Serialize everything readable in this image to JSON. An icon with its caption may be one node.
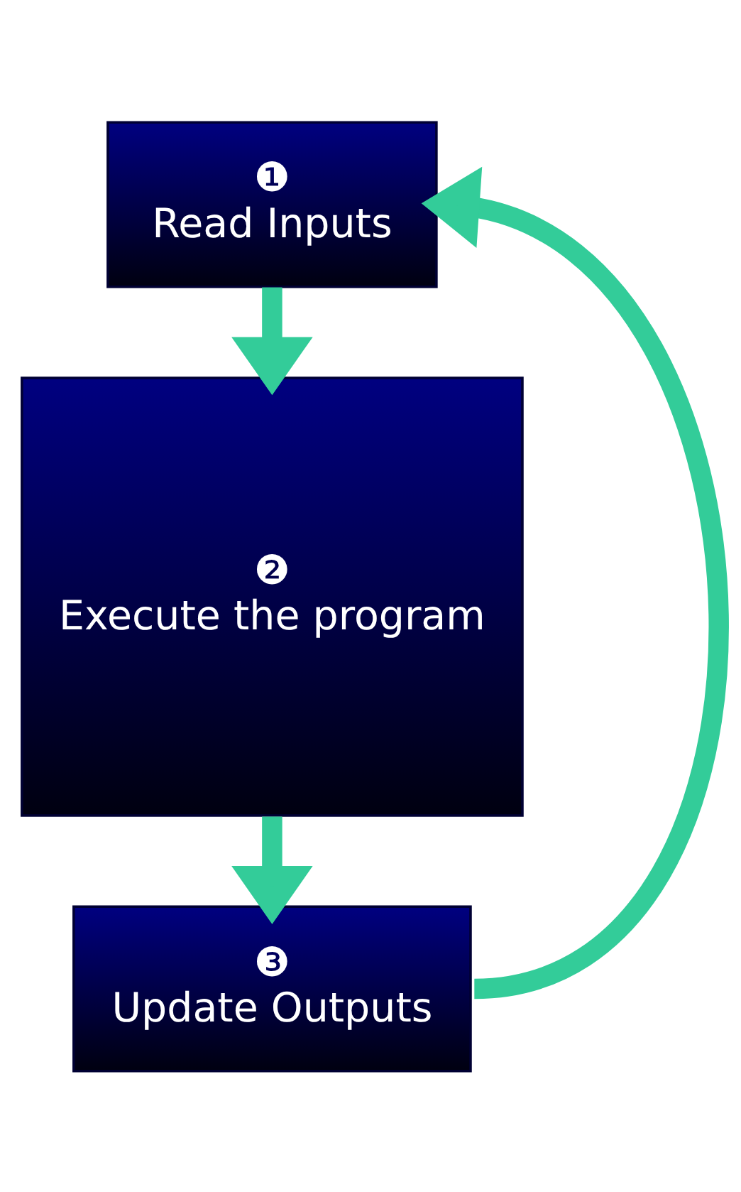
{
  "diagram": {
    "nodes": [
      {
        "text": [
          "❶",
          "Read Inputs"
        ]
      },
      {
        "text": [
          "❷",
          "Execute the program"
        ]
      },
      {
        "text": [
          "❸",
          "Update Outputs"
        ]
      }
    ],
    "edges": [
      {
        "from": 0,
        "to": 1,
        "arrow": "to"
      },
      {
        "from": 1,
        "to": 2,
        "arrow": "to"
      },
      {
        "from": 2,
        "to": 0,
        "arrow": "to"
      }
    ]
  }
}
